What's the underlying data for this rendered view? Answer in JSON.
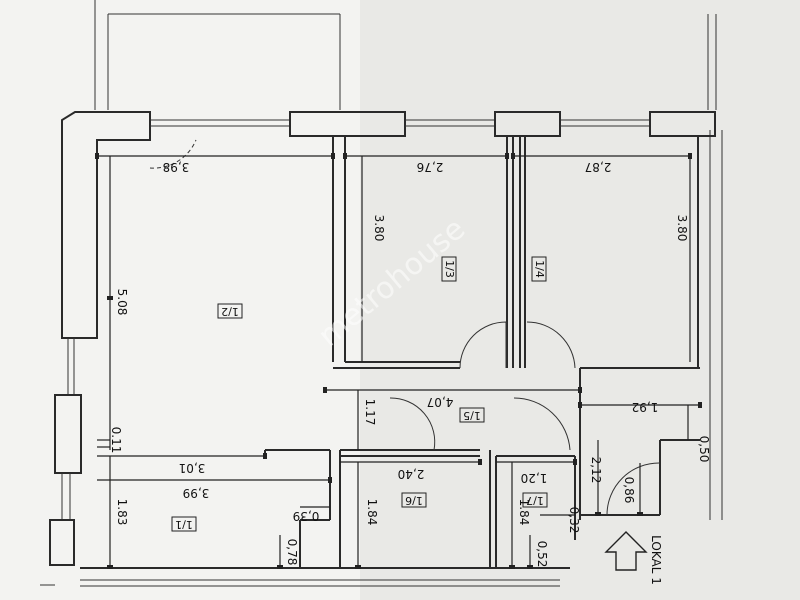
{
  "rooms": {
    "r12": "1/2",
    "r13": "1/3",
    "r14": "1/4",
    "r15": "1/5",
    "r16": "1/6",
    "r17": "1/7",
    "r11": "1/1"
  },
  "dimensions": {
    "d398": "3,98",
    "d276": "2,76",
    "d287": "2,87",
    "d380a": "3.80",
    "d380b": "3.80",
    "d508": "5.08",
    "d407": "4,07",
    "d192": "1,92",
    "d117": "1.17",
    "d011": "0.11",
    "d050": "0,50",
    "d301": "3,01",
    "d240": "2,40",
    "d120": "1,20",
    "d212": "2,12",
    "d399": "3,99",
    "d086": "0,86",
    "d183": "1.83",
    "d039": "0,39",
    "d184a": "1.84",
    "d184b": "1.84",
    "d032": "0,32",
    "d078": "0,78",
    "d052": "0,52"
  },
  "entrance_label": "LOKAL 1",
  "watermark": "metrohouse",
  "colors": {
    "paper": "#e9e9e6",
    "ink": "#222222"
  }
}
